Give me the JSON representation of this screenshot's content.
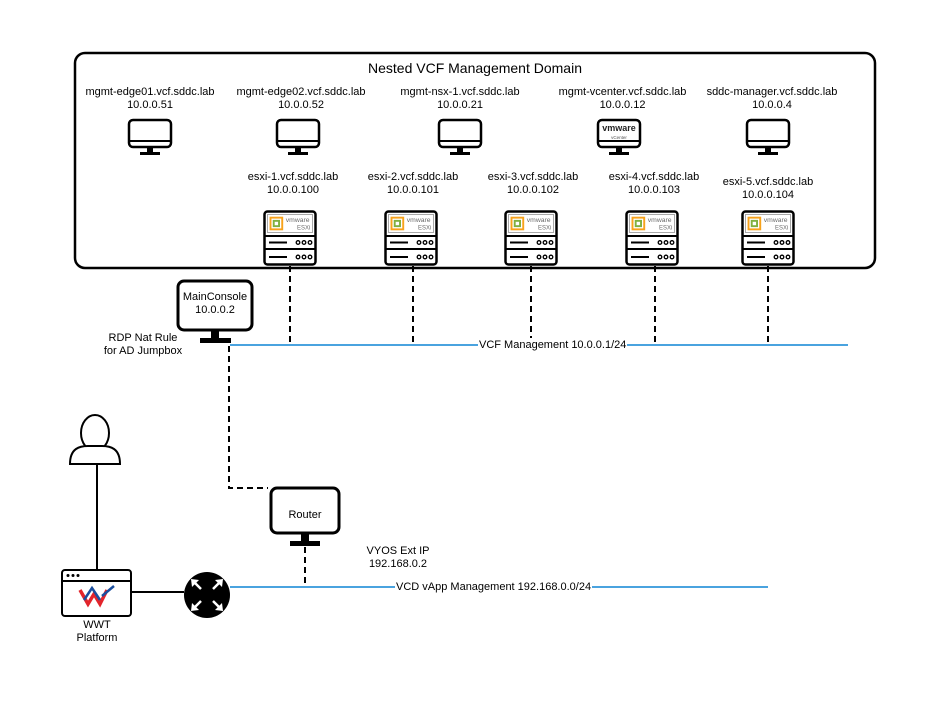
{
  "domain_box": {
    "title": "Nested VCF Management Domain"
  },
  "vms": [
    {
      "host": "mgmt-edge01.vcf.sddc.lab",
      "ip": "10.0.0.51"
    },
    {
      "host": "mgmt-edge02.vcf.sddc.lab",
      "ip": "10.0.0.52"
    },
    {
      "host": "mgmt-nsx-1.vcf.sddc.lab",
      "ip": "10.0.0.21"
    },
    {
      "host": "mgmt-vcenter.vcf.sddc.lab",
      "ip": "10.0.0.12",
      "badge": "vmware",
      "badge_sub": "vCenter"
    },
    {
      "host": "sddc-manager.vcf.sddc.lab",
      "ip": "10.0.0.4"
    }
  ],
  "esxi": [
    {
      "host": "esxi-1.vcf.sddc.lab",
      "ip": "10.0.0.100"
    },
    {
      "host": "esxi-2.vcf.sddc.lab",
      "ip": "10.0.0.101"
    },
    {
      "host": "esxi-3.vcf.sddc.lab",
      "ip": "10.0.0.102"
    },
    {
      "host": "esxi-4.vcf.sddc.lab",
      "ip": "10.0.0.103"
    },
    {
      "host": "esxi-5.vcf.sddc.lab",
      "ip": "10.0.0.104"
    }
  ],
  "esxi_logo": {
    "brand": "vmware",
    "product": "ESXi"
  },
  "main_console": {
    "name": "MainConsole",
    "ip": "10.0.0.2"
  },
  "rdp_note": {
    "line1": "RDP Nat Rule",
    "line2": "for AD Jumpbox"
  },
  "vcf_network": {
    "label": "VCF Management 10.0.0.1/24",
    "color": "#4aa3df"
  },
  "router": {
    "name": "Router"
  },
  "vyos": {
    "line1": "VYOS Ext IP",
    "line2": "192.168.0.2"
  },
  "vcd_network": {
    "label": "VCD vApp Management 192.168.0.0/24",
    "color": "#4aa3df"
  },
  "platform": {
    "line1": "WWT",
    "line2": "Platform"
  },
  "colors": {
    "line": "#000000",
    "network": "#4aa3df",
    "vmware_green": "#7fb03f",
    "vmware_orange": "#f7a21b",
    "wwt_red": "#e3242b",
    "wwt_blue": "#1a4e9e"
  },
  "icons": [
    "monitor-icon",
    "server-icon",
    "user-icon",
    "router-icon",
    "browser-window-icon"
  ]
}
